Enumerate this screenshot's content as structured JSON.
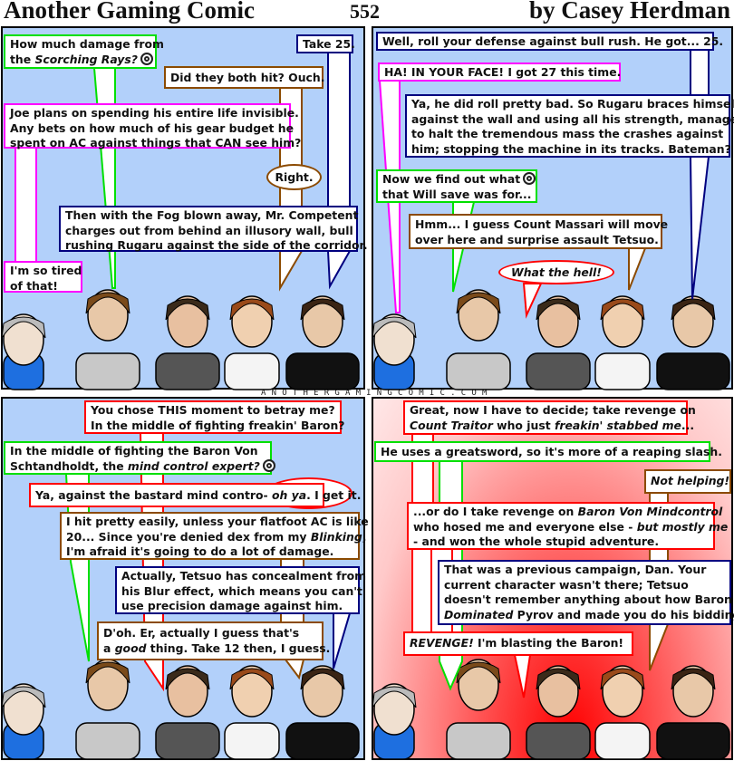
{
  "header": {
    "title": "Another Gaming Comic",
    "number": "552",
    "byline": "by Casey Herdman"
  },
  "site": "ANOTHERGAMINGCOMIC.COM",
  "colors": {
    "green": "#00e000",
    "navy": "#00007f",
    "brown": "#8b4a00",
    "magenta": "#ff00ff",
    "red": "#ff0000",
    "sky": "#b2d0fa"
  },
  "balloons": [
    {
      "id": "b1",
      "panel": 1,
      "color": "green",
      "shape": "box",
      "gear": true,
      "lines": [
        [
          {
            "t": "How much damage from"
          }
        ],
        [
          {
            "t": "the "
          },
          {
            "t": "Scorching Rays?",
            "i": true
          }
        ]
      ]
    },
    {
      "id": "b2",
      "panel": 1,
      "color": "navy",
      "shape": "box",
      "lines": [
        [
          {
            "t": "Take 25."
          }
        ]
      ]
    },
    {
      "id": "b3",
      "panel": 1,
      "color": "brown",
      "shape": "box",
      "lines": [
        [
          {
            "t": "Did they both hit? Ouch."
          }
        ]
      ]
    },
    {
      "id": "b4",
      "panel": 1,
      "color": "magenta",
      "shape": "box",
      "lines": [
        [
          {
            "t": "Joe plans on spending his entire life invisible."
          }
        ],
        [
          {
            "t": "Any bets on how much of his gear budget he"
          }
        ],
        [
          {
            "t": "spent on AC against things that CAN see him?"
          }
        ]
      ]
    },
    {
      "id": "b5",
      "panel": 1,
      "color": "brown",
      "shape": "ell",
      "lines": [
        [
          {
            "t": "Right."
          }
        ]
      ]
    },
    {
      "id": "b6",
      "panel": 1,
      "color": "navy",
      "shape": "box",
      "lines": [
        [
          {
            "t": "Then with the Fog blown away, Mr. Competent"
          }
        ],
        [
          {
            "t": "charges out from behind an illusory wall, bull"
          }
        ],
        [
          {
            "t": "rushing Rugaru against the side of the corridor."
          }
        ]
      ]
    },
    {
      "id": "b7",
      "panel": 1,
      "color": "magenta",
      "shape": "box",
      "lines": [
        [
          {
            "t": "I'm so tired"
          }
        ],
        [
          {
            "t": "of that!"
          }
        ]
      ]
    },
    {
      "id": "b8",
      "panel": 2,
      "color": "navy",
      "shape": "box",
      "lines": [
        [
          {
            "t": "Well, roll your defense against bull rush. He got... 25."
          }
        ]
      ]
    },
    {
      "id": "b9",
      "panel": 2,
      "color": "magenta",
      "shape": "box",
      "lines": [
        [
          {
            "t": "HA! IN YOUR FACE! I got 27 this time."
          }
        ]
      ]
    },
    {
      "id": "b10",
      "panel": 2,
      "color": "navy",
      "shape": "box",
      "lines": [
        [
          {
            "t": "Ya, he did roll pretty bad. So Rugaru braces himself"
          }
        ],
        [
          {
            "t": "against the wall and using all his strength, manages"
          }
        ],
        [
          {
            "t": "to halt the tremendous mass the crashes against"
          }
        ],
        [
          {
            "t": "him; stopping the machine in its tracks. Bateman?"
          }
        ]
      ]
    },
    {
      "id": "b11",
      "panel": 2,
      "color": "green",
      "shape": "box",
      "gear": true,
      "lines": [
        [
          {
            "t": "Now we find out what"
          }
        ],
        [
          {
            "t": "that Will save was for..."
          }
        ]
      ]
    },
    {
      "id": "b12",
      "panel": 2,
      "color": "brown",
      "shape": "box",
      "lines": [
        [
          {
            "t": "Hmm... I guess Count Massari will move"
          }
        ],
        [
          {
            "t": "over here and surprise assault Tetsuo."
          }
        ]
      ]
    },
    {
      "id": "b13",
      "panel": 2,
      "color": "red",
      "shape": "ell",
      "lines": [
        [
          {
            "t": "What the hell!",
            "i": true
          }
        ]
      ]
    },
    {
      "id": "b14",
      "panel": 3,
      "color": "red",
      "shape": "box",
      "lines": [
        [
          {
            "t": "You chose THIS moment to betray me?"
          }
        ],
        [
          {
            "t": "In the middle of fighting freakin' Baron?"
          }
        ]
      ]
    },
    {
      "id": "b15",
      "panel": 3,
      "color": "green",
      "shape": "box",
      "gear": true,
      "lines": [
        [
          {
            "t": "In the middle of fighting the Baron Von"
          }
        ],
        [
          {
            "t": "Schtandholdt, the "
          },
          {
            "t": "mind control expert?",
            "i": true
          }
        ]
      ]
    },
    {
      "id": "b16",
      "panel": 3,
      "color": "red",
      "shape": "box",
      "lines": [
        [
          {
            "t": "Ya, against the bastard mind contro- "
          },
          {
            "t": "oh ya",
            "i": true
          },
          {
            "t": ". I get it."
          }
        ]
      ]
    },
    {
      "id": "b17",
      "panel": 3,
      "color": "brown",
      "shape": "box",
      "lines": [
        [
          {
            "t": "I hit pretty easily, unless your flatfoot AC is like"
          }
        ],
        [
          {
            "t": "20... Since you're denied dex from my "
          },
          {
            "t": "Blinking",
            "i": true
          },
          {
            "t": ","
          }
        ],
        [
          {
            "t": "I'm afraid it's going to do a lot of damage."
          }
        ]
      ]
    },
    {
      "id": "b18",
      "panel": 3,
      "color": "navy",
      "shape": "box",
      "lines": [
        [
          {
            "t": "Actually, Tetsuo has concealment from"
          }
        ],
        [
          {
            "t": "his Blur effect, which means you can't"
          }
        ],
        [
          {
            "t": "use precision damage against him."
          }
        ]
      ]
    },
    {
      "id": "b19",
      "panel": 3,
      "color": "brown",
      "shape": "box",
      "lines": [
        [
          {
            "t": "D'oh. Er, actually I guess that's"
          }
        ],
        [
          {
            "t": "a "
          },
          {
            "t": "good",
            "i": true
          },
          {
            "t": " thing. Take 12 then, I guess."
          }
        ]
      ]
    },
    {
      "id": "b20",
      "panel": 4,
      "color": "red",
      "shape": "box",
      "lines": [
        [
          {
            "t": "Great, now I have to decide; take revenge on"
          }
        ],
        [
          {
            "t": "Count Traitor",
            "i": true
          },
          {
            "t": " who just "
          },
          {
            "t": "freakin' stabbed me",
            "i": true
          },
          {
            "t": "..."
          }
        ]
      ]
    },
    {
      "id": "b21",
      "panel": 4,
      "color": "green",
      "shape": "box",
      "lines": [
        [
          {
            "t": "He uses a greatsword, so it's more of a reaping slash."
          }
        ]
      ]
    },
    {
      "id": "b22",
      "panel": 4,
      "color": "brown",
      "shape": "box",
      "lines": [
        [
          {
            "t": "Not helping!",
            "i": true
          }
        ]
      ]
    },
    {
      "id": "b23",
      "panel": 4,
      "color": "red",
      "shape": "box",
      "lines": [
        [
          {
            "t": "...or do I take revenge on "
          },
          {
            "t": "Baron Von Mindcontrol",
            "i": true
          }
        ],
        [
          {
            "t": "who hosed me and everyone else - "
          },
          {
            "t": "but mostly me",
            "i": true
          }
        ],
        [
          {
            "t": " - and won the whole stupid adventure."
          }
        ]
      ]
    },
    {
      "id": "b24",
      "panel": 4,
      "color": "navy",
      "shape": "box",
      "lines": [
        [
          {
            "t": "That was a previous campaign, Dan. Your"
          }
        ],
        [
          {
            "t": "current character wasn't there; Tetsuo"
          }
        ],
        [
          {
            "t": "doesn't remember anything about how Baron"
          }
        ],
        [
          {
            "t": "Dominated",
            "i": true
          },
          {
            "t": " Pyrov and made you do his bidding."
          }
        ]
      ]
    },
    {
      "id": "b25",
      "panel": 4,
      "color": "red",
      "shape": "box",
      "lines": [
        [
          {
            "t": "REVENGE!",
            "i": true
          },
          {
            "t": " I'm blasting the Baron!"
          }
        ]
      ]
    }
  ]
}
